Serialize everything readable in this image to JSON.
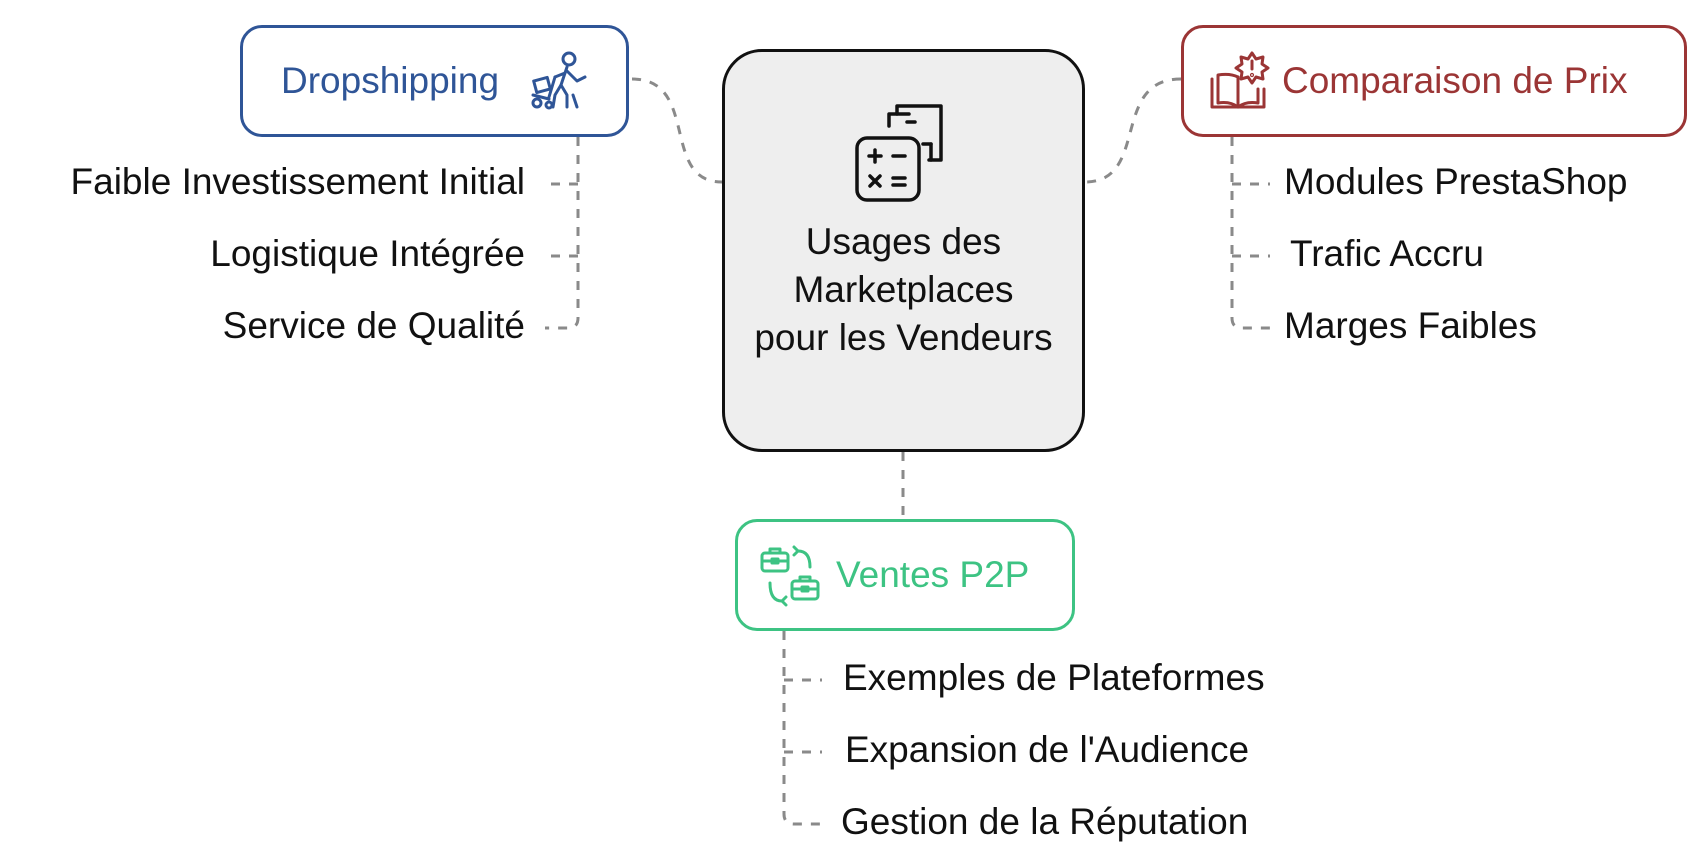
{
  "center": {
    "title": "Usages des Marketplaces pour les Vendeurs",
    "icon": "calculator-documents-icon"
  },
  "branches": [
    {
      "id": "dropshipping",
      "label": "Dropshipping",
      "icon": "delivery-person-trolley-icon",
      "color": "#2f5597",
      "items": [
        "Faible Investissement Initial",
        "Logistique Intégrée",
        "Service de Qualité"
      ]
    },
    {
      "id": "prix",
      "label": "Comparaison de Prix",
      "icon": "book-alert-icon",
      "color": "#9b3535",
      "items": [
        "Modules PrestaShop",
        "Trafic Accru",
        "Marges Faibles"
      ]
    },
    {
      "id": "p2p",
      "label": "Ventes P2P",
      "icon": "briefcase-exchange-icon",
      "color": "#3dc383",
      "items": [
        "Exemples de Plateformes",
        "Expansion de l'Audience",
        "Gestion de la Réputation"
      ]
    }
  ],
  "connector_color": "#8a8a8a",
  "center_fill": "#eeeeee"
}
